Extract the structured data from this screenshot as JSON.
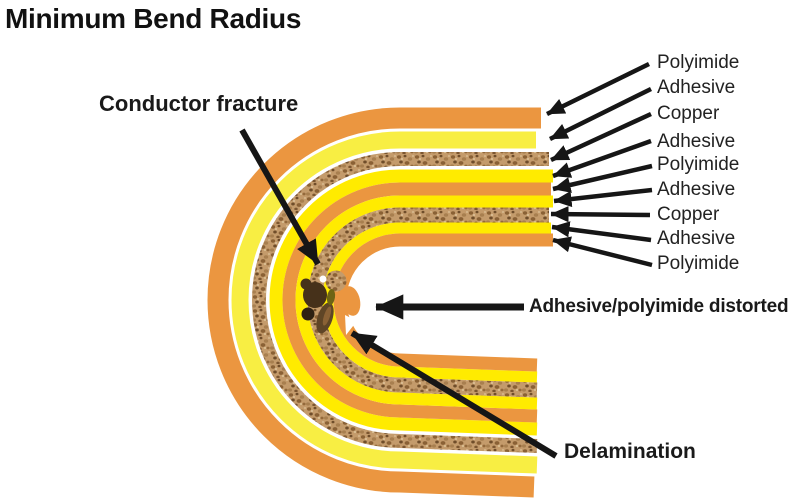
{
  "title": "Minimum Bend Radius",
  "annotations": {
    "conductor_fracture": "Conductor fracture",
    "adhesive_polyimide_distorted": "Adhesive/polyimide distorted",
    "delamination": "Delamination"
  },
  "layer_labels": [
    {
      "label": "Polyimide"
    },
    {
      "label": "Adhesive"
    },
    {
      "label": "Copper"
    },
    {
      "label": "Adhesive"
    },
    {
      "label": "Polyimide"
    },
    {
      "label": "Adhesive"
    },
    {
      "label": "Copper"
    },
    {
      "label": "Adhesive"
    },
    {
      "label": "Polyimide"
    }
  ],
  "colors": {
    "polyimide_orange": "#EB9640",
    "adhesive_yellow": "#FFEB00",
    "adhesive_yellow_outer": "#F8EE43",
    "copper_base": "#C49B6B",
    "copper_speckle": "#7C5630",
    "fracture_debris_dark": "#46311A",
    "arrow_black": "#161616"
  }
}
